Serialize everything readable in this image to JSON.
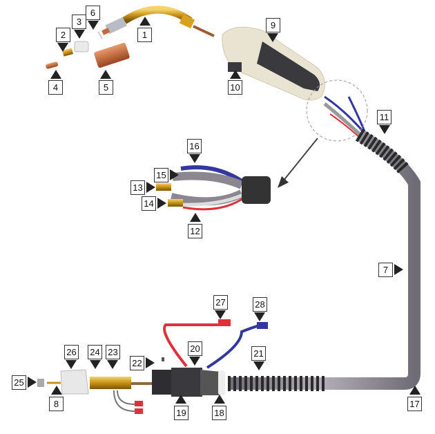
{
  "title": "Welding torch exploded parts diagram",
  "callouts": [
    "1",
    "2",
    "3",
    "4",
    "5",
    "6",
    "7",
    "8",
    "9",
    "10",
    "11",
    "12",
    "13",
    "14",
    "15",
    "16",
    "17",
    "18",
    "19",
    "20",
    "21",
    "22",
    "23",
    "24",
    "25",
    "26",
    "27",
    "28"
  ],
  "colors": {
    "cable": "#8a8790",
    "brass": "#d9a21e",
    "copper": "#c8683a",
    "handle": "#e9e4d2",
    "grip": "#3a3a3e",
    "red": "#e0303a",
    "blue": "#3338a0"
  }
}
